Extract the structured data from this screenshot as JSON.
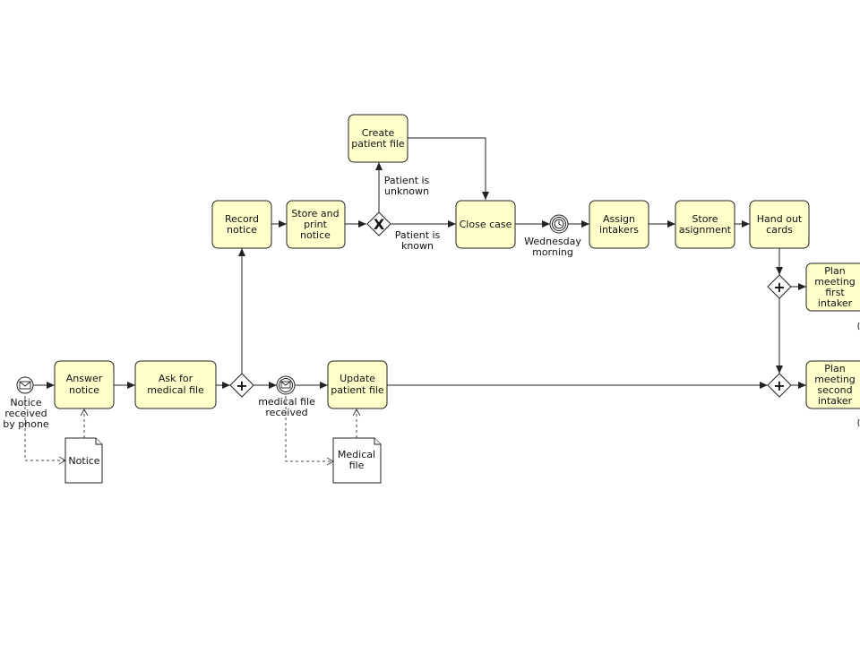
{
  "tasks": {
    "answer_notice": [
      "Answer",
      "notice"
    ],
    "ask_medical_file": [
      "Ask for",
      "medical file"
    ],
    "record_notice": [
      "Record",
      "notice"
    ],
    "store_print_notice": [
      "Store and",
      "print",
      "notice"
    ],
    "create_patient_file": [
      "Create",
      "patient file"
    ],
    "close_case": [
      "Close case"
    ],
    "assign_intakers": [
      "Assign",
      "intakers"
    ],
    "store_assignment": [
      "Store",
      "asignment"
    ],
    "hand_out_cards": [
      "Hand out",
      "cards"
    ],
    "update_patient_file": [
      "Update",
      "patient file"
    ],
    "plan_first_intaker": [
      "Plan",
      "meeting",
      "first",
      "intaker"
    ],
    "plan_second_intaker": [
      "Plan",
      "meeting",
      "second",
      "intaker"
    ]
  },
  "documents": {
    "notice": [
      "Notice"
    ],
    "medical_file": [
      "Medical",
      "file"
    ]
  },
  "events": {
    "notice_received": [
      "Notice",
      "received",
      "by phone"
    ],
    "medical_file_received": [
      "medical file",
      "received"
    ],
    "wednesday_morning": [
      "Wednesday",
      "morning"
    ]
  },
  "flow_labels": {
    "patient_unknown": [
      "Patient is",
      "unknown"
    ],
    "patient_known": [
      "Patient is",
      "known"
    ]
  },
  "gateway_marks": {
    "parallel": "+",
    "exclusive": "X"
  },
  "colors": {
    "task_fill": "#ffffcc",
    "stroke": "#222222"
  }
}
